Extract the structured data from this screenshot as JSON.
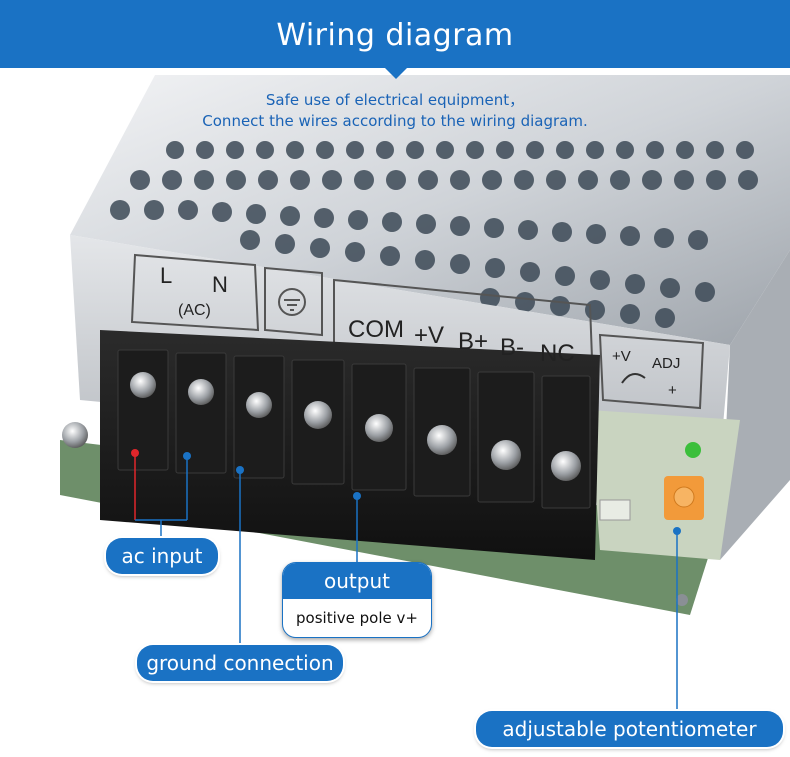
{
  "header": {
    "title": "Wiring diagram"
  },
  "intro": {
    "line1": "Safe use of electrical equipment，",
    "line2": "Connect the wires according to the wiring diagram."
  },
  "terminal_labels": {
    "ac_group_l": "L",
    "ac_group_n": "N",
    "ac_group_ac": "(AC)",
    "outputs": [
      "COM",
      "+V",
      "B+",
      "B-",
      "NC"
    ],
    "adj_v": "+V",
    "adj_label": "ADJ",
    "adj_plus": "+"
  },
  "callouts": {
    "ac_input": "ac input",
    "ground_connection": "ground connection",
    "output": "output",
    "output_detail": "positive pole v+",
    "adjustable": "adjustable potentiometer"
  },
  "colors": {
    "brand_blue": "#1a72c4",
    "ac_dot": "#e0262b",
    "connector_dot": "#1a72c4",
    "led": "#3bbf3b",
    "pot": "#f29a3a"
  }
}
